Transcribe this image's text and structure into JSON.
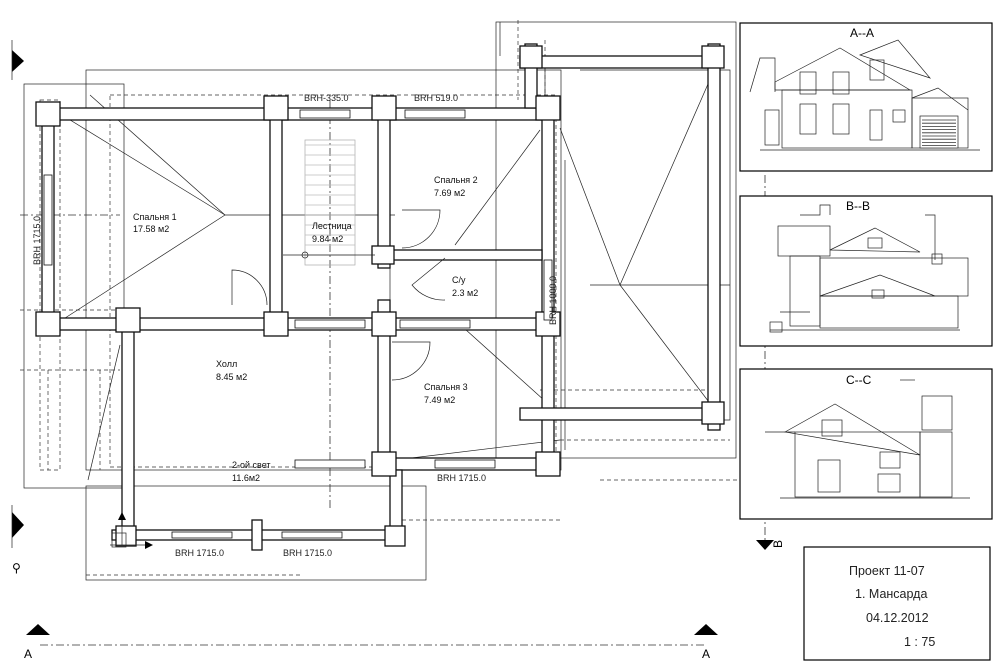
{
  "rooms": [
    {
      "name": "Спальня 1",
      "area": "17.58 м2"
    },
    {
      "name": "Лестница",
      "area": "9.84 м2"
    },
    {
      "name": "Спальня 2",
      "area": "7.69 м2"
    },
    {
      "name": "С/у",
      "area": "2.3 м2"
    },
    {
      "name": "Холл",
      "area": "8.45 м2"
    },
    {
      "name": "Спальня 3",
      "area": "7.49 м2"
    },
    {
      "name": "2-ой свет",
      "area": "11.6м2"
    }
  ],
  "window_marks": {
    "top_left": "BRH-335.0",
    "top_right": "BRH 519.0",
    "left_vertical": "BRH 1715.0",
    "right_vertical": "BRH 1000.0",
    "bottom_mid": "BRH 1715.0",
    "bottom_left_1": "BRH 1715.0",
    "bottom_left_2": "BRH 1715.0"
  },
  "sections": [
    {
      "label": "A--A"
    },
    {
      "label": "B--B"
    },
    {
      "label": "C--C"
    }
  ],
  "axis": {
    "cut_left": "A",
    "cut_right": "A",
    "cut_vertical": "B"
  },
  "stamp": {
    "project": "Проект 11-07",
    "floor": "1. Мансарда",
    "date": "04.12.2012",
    "scale": "1 : 75"
  }
}
